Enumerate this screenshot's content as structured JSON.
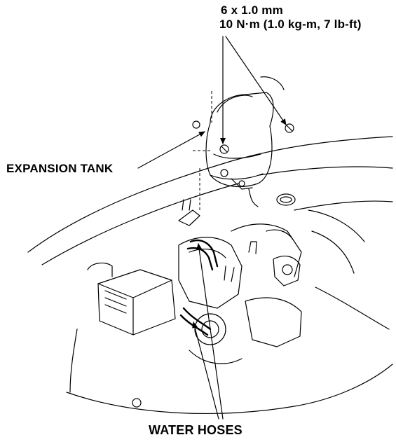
{
  "figure": {
    "bolt_spec_line1": "6 x 1.0 mm",
    "bolt_spec_line2": "10 N·m (1.0 kg-m, 7 lb-ft)",
    "expansion_tank_label": "EXPANSION TANK",
    "water_hoses_label": "WATER HOSES"
  }
}
